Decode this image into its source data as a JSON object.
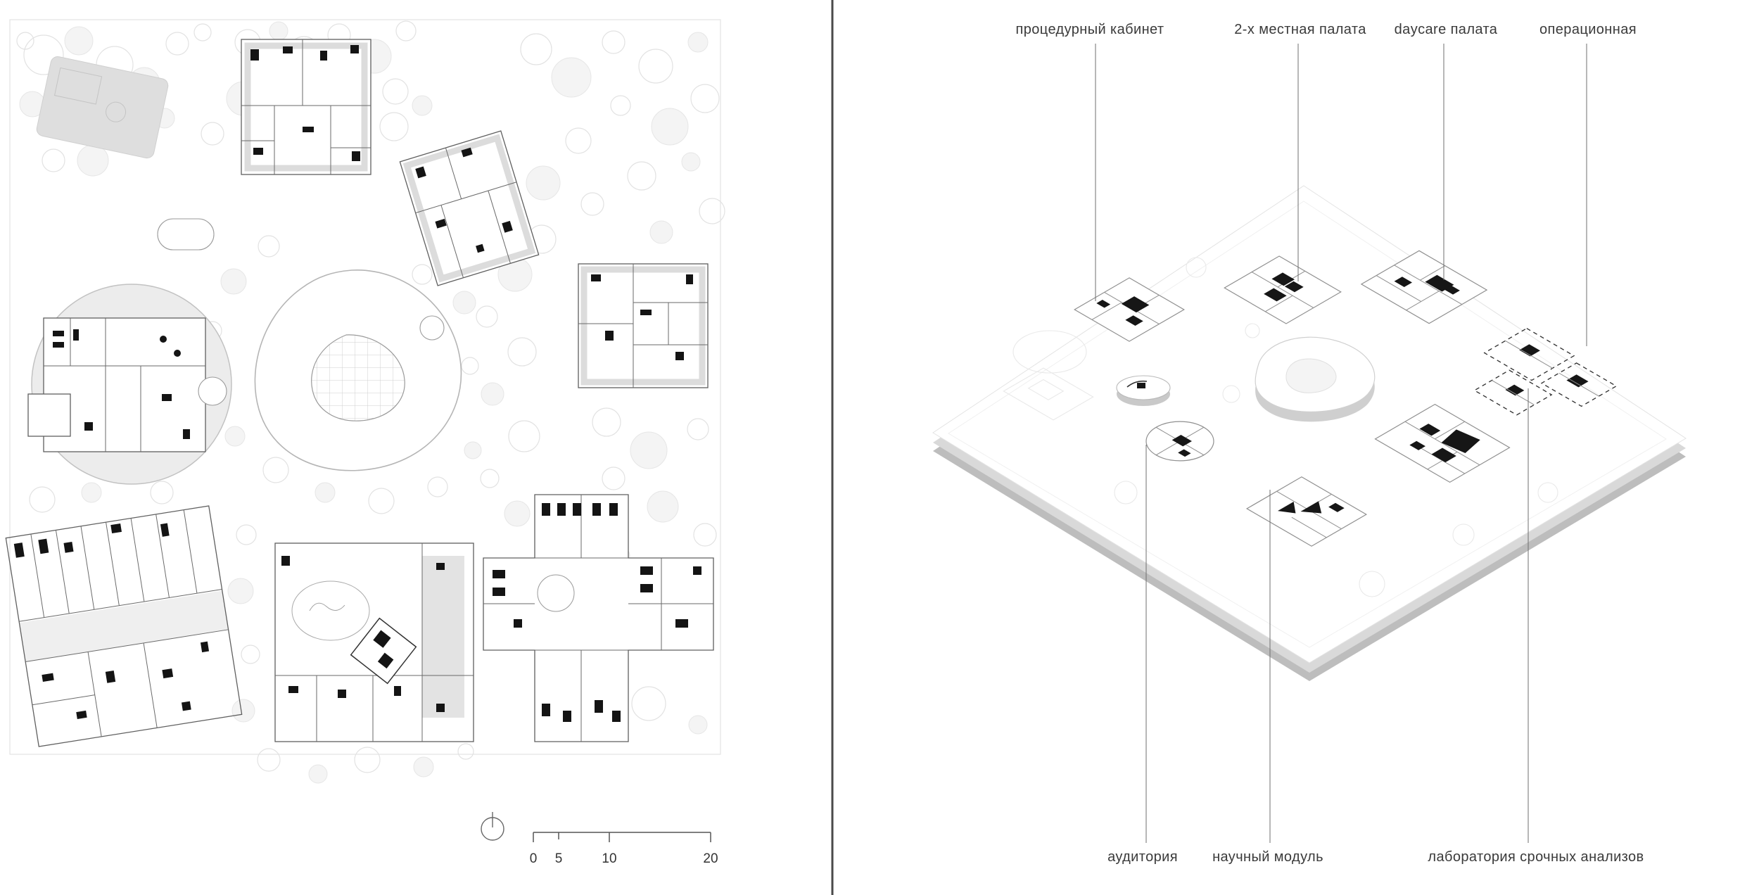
{
  "left_panel": {
    "scale_bar": {
      "ticks": [
        "0",
        "5",
        "10",
        "20"
      ]
    },
    "north_indicator_icon": "compass-circle-icon"
  },
  "right_panel": {
    "callouts_top": [
      {
        "label": "процедурный кабинет"
      },
      {
        "label": "2-х местная палата"
      },
      {
        "label": "daycare палата"
      },
      {
        "label": "операционная"
      }
    ],
    "callouts_bottom": [
      {
        "label": "аудитория"
      },
      {
        "label": "научный модуль"
      },
      {
        "label": "лаборатория срочных анализов"
      }
    ]
  },
  "colors": {
    "background": "#ffffff",
    "divider": "#4a4a4a",
    "drawing_line": "#5f5f5f",
    "building_mass": "#141414",
    "tree_outline": "#e2e2e2",
    "plate_side": "#bdbdbd",
    "label_text": "#3a3a3a"
  }
}
